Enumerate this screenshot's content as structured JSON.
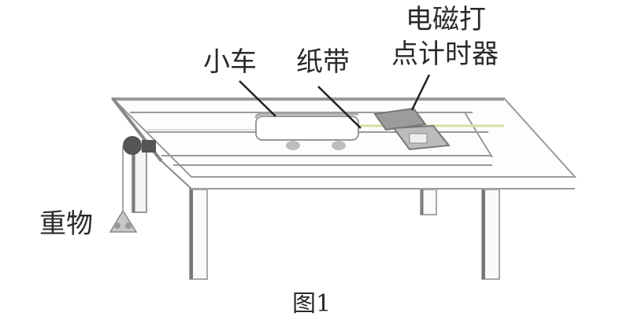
{
  "figure": {
    "caption": "图1",
    "labels": {
      "cart": "小车",
      "paper_tape": "纸带",
      "timer_line1": "电磁打",
      "timer_line2": "点计时器",
      "weight": "重物"
    },
    "components": [
      {
        "id": "table",
        "name": "table"
      },
      {
        "id": "track",
        "name": "long wooden board"
      },
      {
        "id": "cart",
        "name": "小车"
      },
      {
        "id": "paper-tape",
        "name": "纸带"
      },
      {
        "id": "timer",
        "name": "电磁打点计时器"
      },
      {
        "id": "pulley",
        "name": "pulley"
      },
      {
        "id": "weight",
        "name": "重物"
      }
    ],
    "colors": {
      "ink": "#2a2a2a",
      "pencil": "#9a9a9a",
      "shade": "#6e6e6e",
      "tape": "#d8dca0"
    }
  }
}
